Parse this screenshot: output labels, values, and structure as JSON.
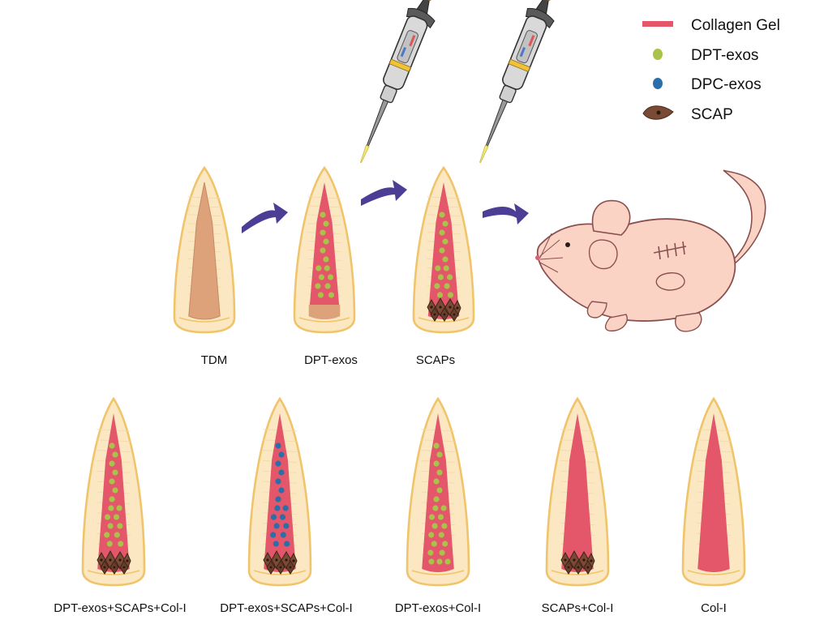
{
  "legend": [
    {
      "label": "Collagen Gel",
      "icon": "collagen-gel-bar-icon"
    },
    {
      "label": "DPT-exos",
      "icon": "dpt-exos-dot-icon"
    },
    {
      "label": "DPC-exos",
      "icon": "dpc-exos-dot-icon"
    },
    {
      "label": "SCAP",
      "icon": "scap-cell-icon"
    }
  ],
  "steps": {
    "tdm": "TDM",
    "dpt_exos": "DPT-exos",
    "scaps": "SCAPs"
  },
  "groups": [
    "DPT-exos+SCAPs+Col-I",
    "DPT-exos+SCAPs+Col-I",
    "DPT-exos+Col-I",
    "SCAPs+Col-I",
    "Col-I"
  ],
  "colors": {
    "collagen_gel": "#e4566a",
    "dpt_exos": "#a9c34a",
    "dpc_exos": "#2a6fa8",
    "scap": "#7b4a35",
    "dentin": "#fbe8c2",
    "tooth_outline": "#f0c46a",
    "tdm_core": "#dea27a",
    "arrow": "#4b3e94",
    "mouse": "#fbd3c5",
    "mouse_outline": "#8a5050"
  }
}
